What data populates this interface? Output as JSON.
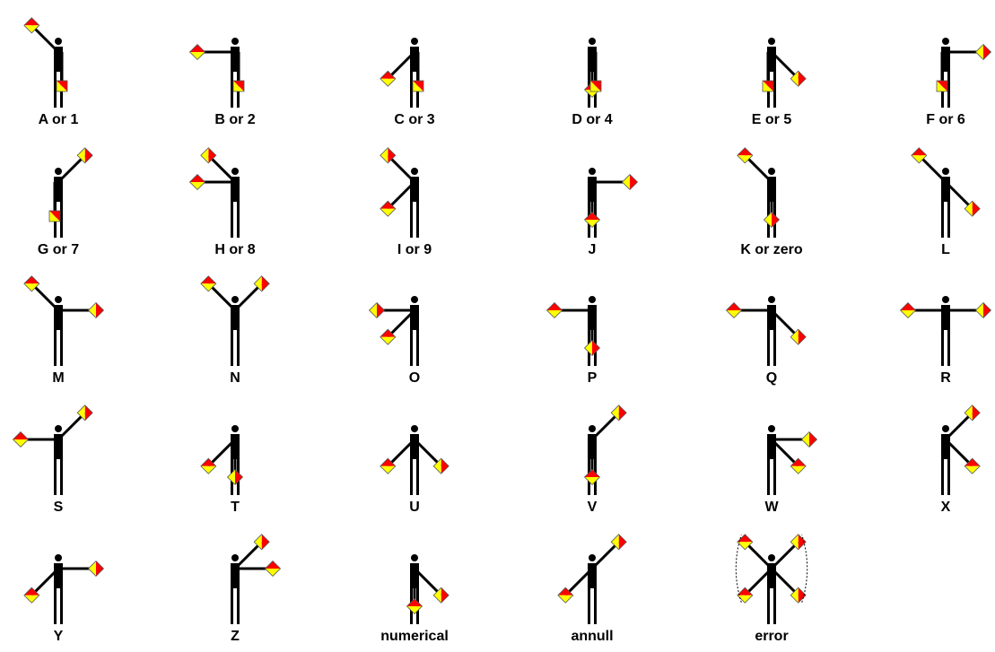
{
  "chart_data": {
    "type": "diagram",
    "colors": {
      "flag_red": "#ff0000",
      "flag_yellow": "#ffff00",
      "figure": "#000000",
      "background": "#ffffff",
      "outline": "#555555"
    },
    "signals": [
      {
        "label": "A or 1",
        "left": "low",
        "right": "down"
      },
      {
        "label": "B or 2",
        "left": "out",
        "right": "down"
      },
      {
        "label": "C or 3",
        "left": "high",
        "right": "down"
      },
      {
        "label": "D or 4",
        "left": "up",
        "right": "down"
      },
      {
        "label": "E or 5",
        "left": "down",
        "right": "high"
      },
      {
        "label": "F or 6",
        "left": "down",
        "right": "out"
      },
      {
        "label": "G or 7",
        "left": "down",
        "right": "low"
      },
      {
        "label": "H or 8",
        "left": "out",
        "right": "across_low"
      },
      {
        "label": "I or 9",
        "left": "high",
        "right": "across_low"
      },
      {
        "label": "J",
        "left": "up",
        "right": "out"
      },
      {
        "label": "K or zero",
        "left": "low",
        "right": "up"
      },
      {
        "label": "L",
        "left": "low",
        "right": "high"
      },
      {
        "label": "M",
        "left": "low",
        "right": "out"
      },
      {
        "label": "N",
        "left": "low",
        "right": "low"
      },
      {
        "label": "O",
        "left": "high",
        "right": "across_out"
      },
      {
        "label": "P",
        "left": "out",
        "right": "up"
      },
      {
        "label": "Q",
        "left": "out",
        "right": "high"
      },
      {
        "label": "R",
        "left": "out",
        "right": "out"
      },
      {
        "label": "S",
        "left": "out",
        "right": "low"
      },
      {
        "label": "T",
        "left": "high",
        "right": "up"
      },
      {
        "label": "U",
        "left": "high",
        "right": "high"
      },
      {
        "label": "V",
        "left": "up",
        "right": "low"
      },
      {
        "label": "W",
        "left": "across_high",
        "right": "out"
      },
      {
        "label": "X",
        "left": "across_high",
        "right": "low"
      },
      {
        "label": "Y",
        "left": "high",
        "right": "out"
      },
      {
        "label": "Z",
        "left": "across_out",
        "right": "low"
      },
      {
        "label": "numerical",
        "left": "up",
        "right": "high"
      },
      {
        "label": "annull",
        "left": "high",
        "right": "low"
      },
      {
        "label": "error",
        "left": "waving",
        "right": "waving"
      }
    ]
  }
}
